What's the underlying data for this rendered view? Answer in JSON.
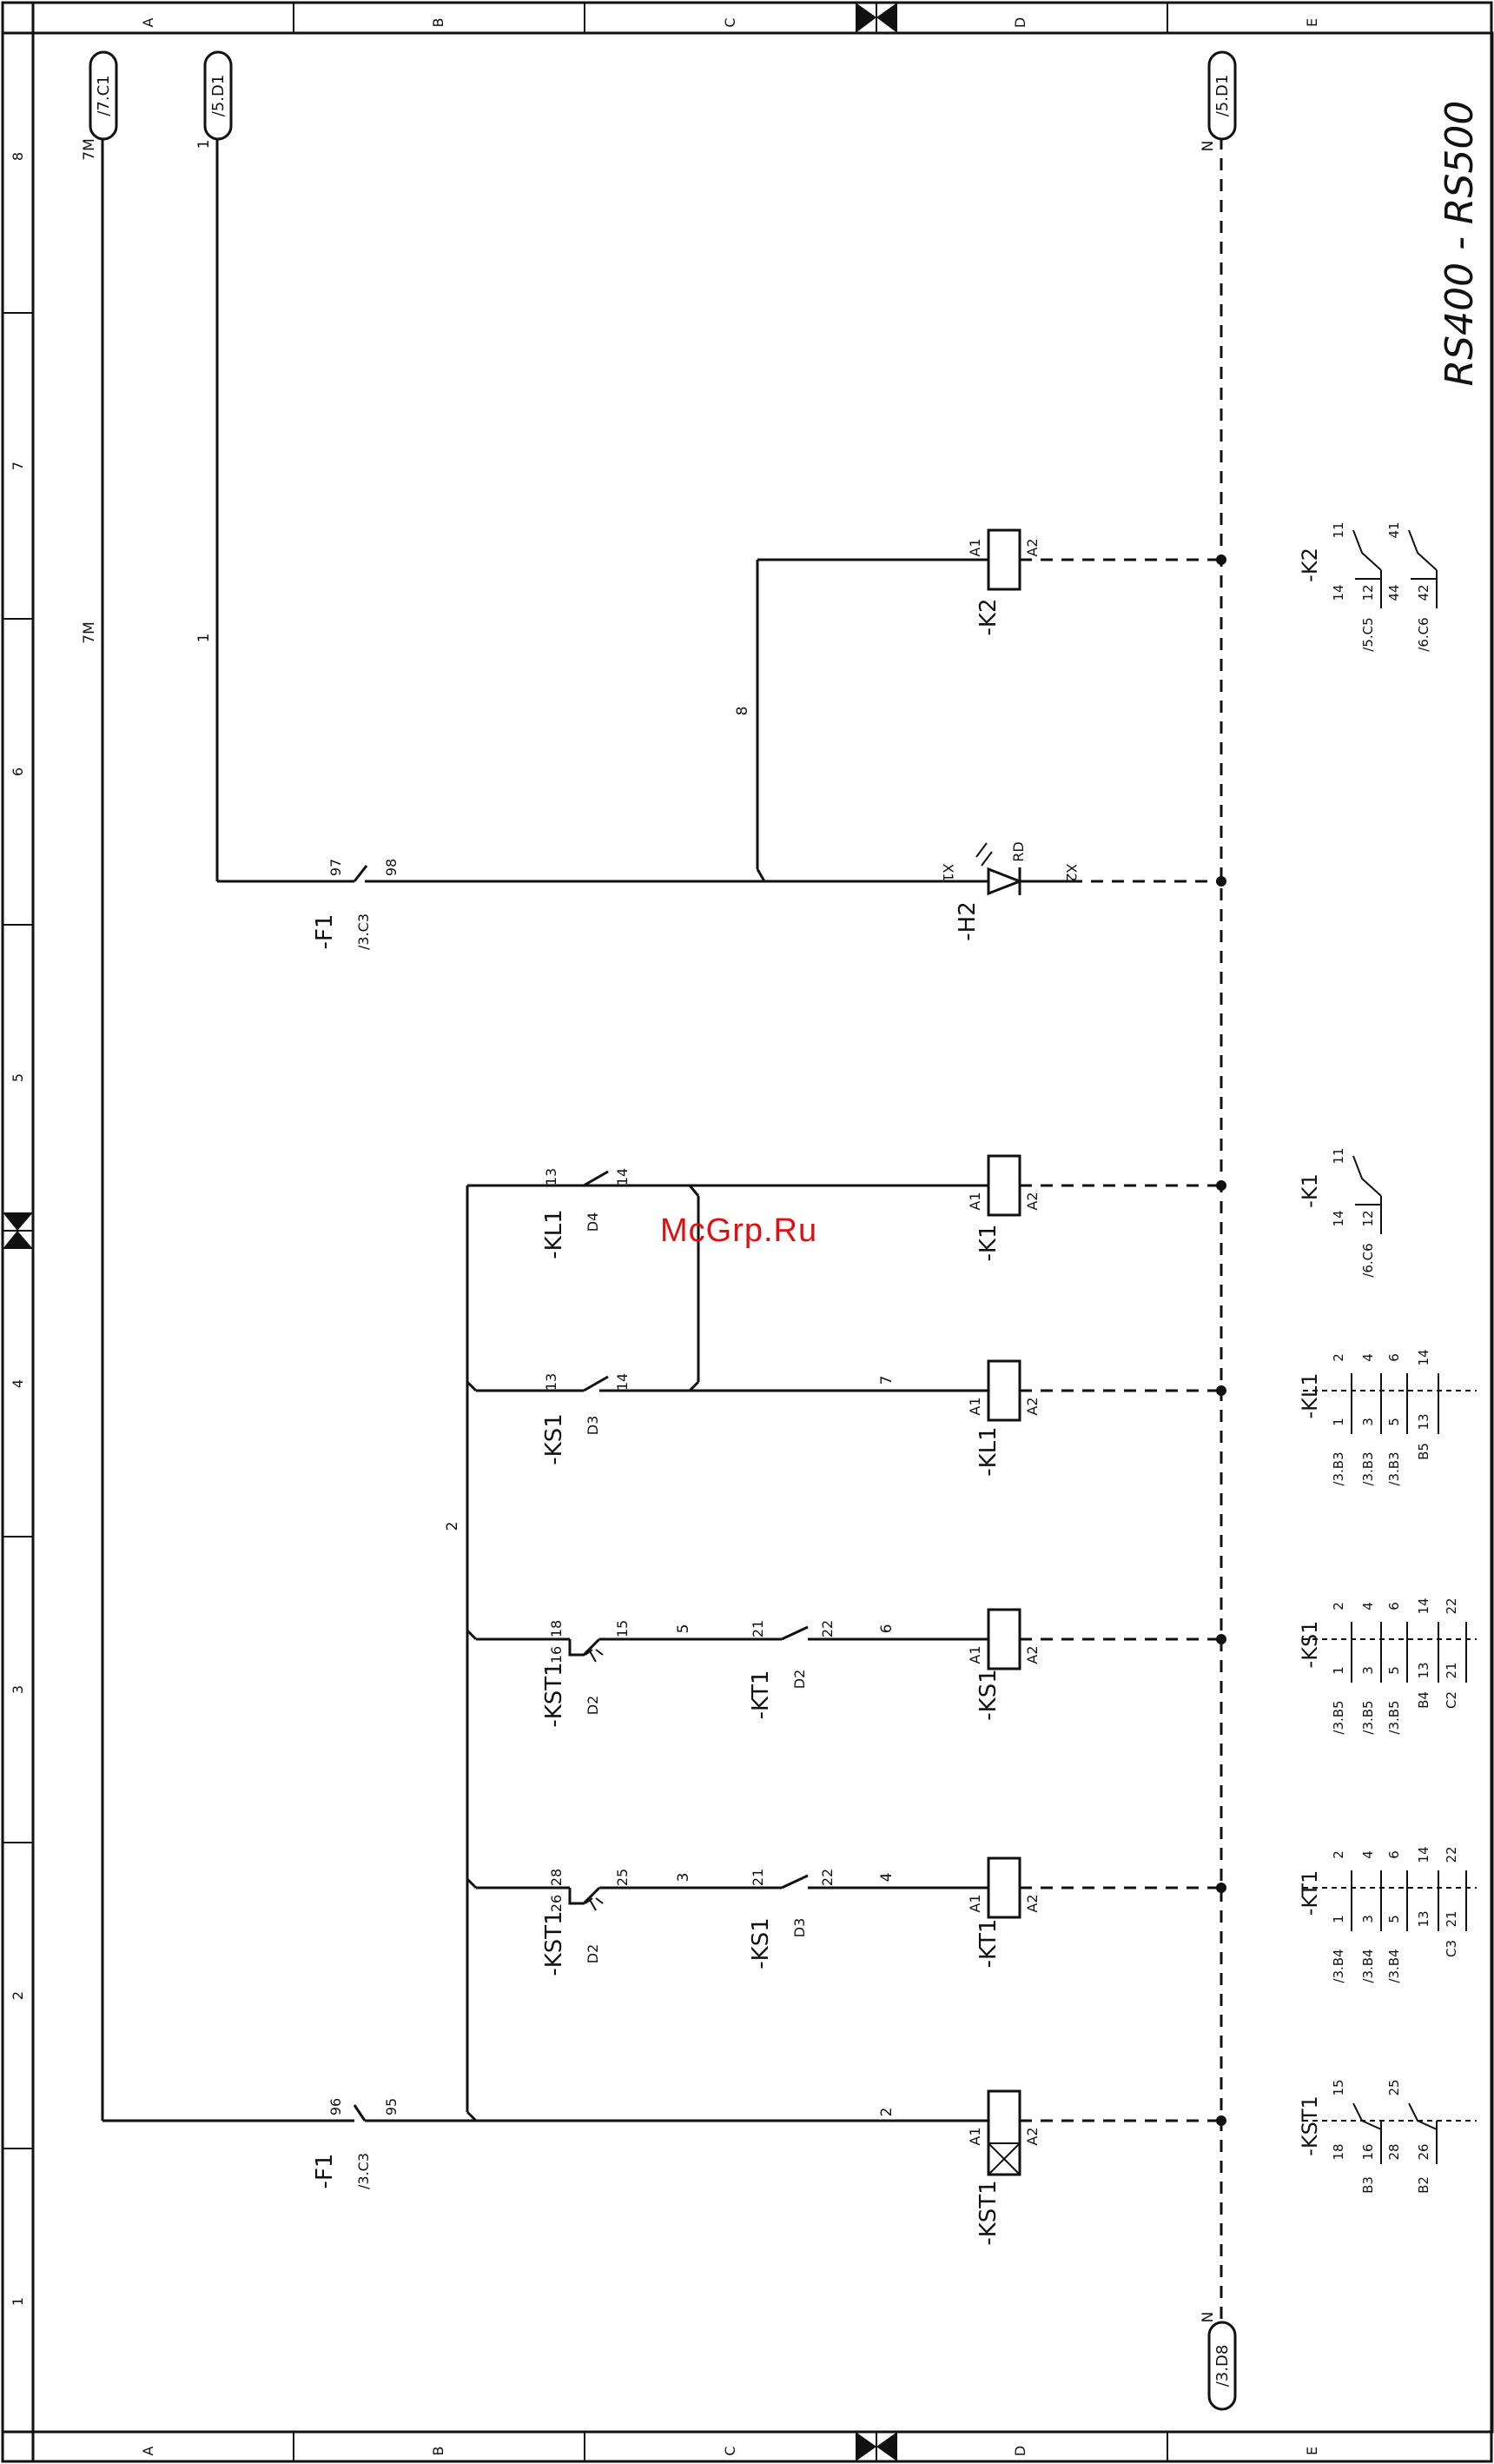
{
  "title": "RS400 - RS500",
  "watermark": "McGrp.Ru",
  "frame": {
    "rows": [
      "A",
      "B",
      "C",
      "D",
      "E"
    ],
    "cols": [
      "1",
      "2",
      "3",
      "4",
      "5",
      "6",
      "7",
      "8"
    ]
  },
  "cross_refs": {
    "top_7m": "/7.C1",
    "top_1": "/5.D1",
    "top_n": "/5.D1",
    "bottom_n": "/3.D8"
  },
  "wires": {
    "w7m": "7M",
    "w1": "1",
    "n": "N",
    "w2": "2",
    "w3": "3",
    "w4": "4",
    "w5": "5",
    "w6": "6",
    "w7": "7",
    "w8": "8"
  },
  "components": {
    "f1_top": {
      "name": "-F1",
      "ref": "/3.C3",
      "pin_a": "97",
      "pin_b": "98"
    },
    "f1_bot": {
      "name": "-F1",
      "ref": "/3.C3",
      "pin_a": "96",
      "pin_b": "95"
    },
    "h2": {
      "name": "-H2",
      "x1": "X1",
      "x2": "X2",
      "color": "RD"
    },
    "k2": {
      "name": "-K2",
      "a1": "A1",
      "a2": "A2"
    },
    "k1": {
      "name": "-K1",
      "a1": "A1",
      "a2": "A2"
    },
    "kl1": {
      "name": "-KL1",
      "a1": "A1",
      "a2": "A2",
      "c_name": "-KL1",
      "c_ref": "D4",
      "c_p1": "13",
      "c_p2": "14"
    },
    "ks1": {
      "name": "-KS1",
      "a1": "A1",
      "a2": "A2",
      "c_name": "-KS1",
      "c_ref": "D3",
      "c_p1": "13",
      "c_p2": "14"
    },
    "kt1": {
      "name": "-KT1",
      "a1": "A1",
      "a2": "A2"
    },
    "kst1": {
      "name": "-KST1",
      "a1": "A1",
      "a2": "A2"
    },
    "kst1_c1": {
      "name": "-KST1",
      "ref": "D2",
      "p1": "18",
      "p2": "16",
      "p3": "15"
    },
    "kst1_c2": {
      "name": "-KST1",
      "ref": "D2",
      "p1": "28",
      "p2": "26",
      "p3": "25"
    },
    "kt1_c": {
      "name": "-KT1",
      "ref": "D2",
      "p1": "21",
      "p2": "22"
    },
    "ks1_c": {
      "name": "-KS1",
      "ref": "D3",
      "p1": "21",
      "p2": "22"
    }
  },
  "contact_tables": {
    "k2": {
      "name": "-K2",
      "pins": [
        "11",
        "14",
        "12",
        "41",
        "44",
        "42"
      ],
      "refs": [
        "/5.C5",
        "/6.C6"
      ]
    },
    "k1": {
      "name": "-K1",
      "pins": [
        "11",
        "14",
        "12"
      ],
      "refs": [
        "/6.C6"
      ]
    },
    "kl1": {
      "name": "-KL1",
      "pins": [
        "1",
        "2",
        "3",
        "4",
        "5",
        "6",
        "13",
        "14"
      ],
      "refs": [
        "/3.B3",
        "/3.B3",
        "/3.B3",
        "B5"
      ]
    },
    "ks1": {
      "name": "-KS1",
      "pins": [
        "1",
        "2",
        "3",
        "4",
        "5",
        "6",
        "13",
        "14",
        "21",
        "22"
      ],
      "refs": [
        "/3.B5",
        "/3.B5",
        "/3.B5",
        "B4",
        "C2"
      ]
    },
    "kt1": {
      "name": "-KT1",
      "pins": [
        "1",
        "2",
        "3",
        "4",
        "5",
        "6",
        "13",
        "14",
        "21",
        "22"
      ],
      "refs": [
        "/3.B4",
        "/3.B4",
        "/3.B4",
        "C3"
      ]
    },
    "kst1": {
      "name": "-KST1",
      "pins": [
        "18",
        "16",
        "15",
        "28",
        "26",
        "25"
      ],
      "refs": [
        "B3",
        "B2"
      ]
    }
  }
}
